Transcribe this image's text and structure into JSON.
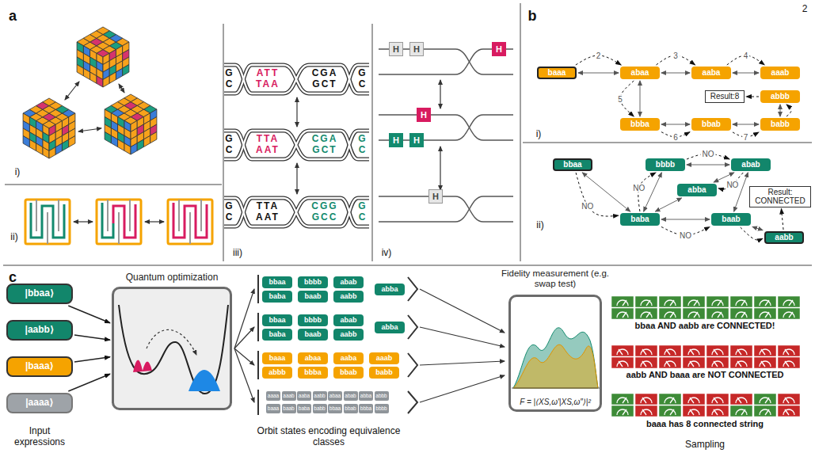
{
  "diagram": {
    "nodes": [
      {
        "text": [
          "H"
        ]
      },
      {
        "text": [
          "H"
        ]
      },
      {
        "text": [
          "H"
        ]
      },
      {
        "text": [
          "H"
        ]
      },
      {
        "text": [
          "H"
        ]
      },
      {
        "text": [
          "H"
        ]
      },
      {
        "text": [
          "H"
        ]
      },
      {
        "text": [
          "baaa"
        ]
      },
      {
        "text": [
          "abaa"
        ]
      },
      {
        "text": [
          "aaba"
        ]
      },
      {
        "text": [
          "aaab"
        ]
      },
      {
        "text": [
          "Result:8"
        ]
      },
      {
        "text": [
          "abbb"
        ]
      },
      {
        "text": [
          "bbba"
        ]
      },
      {
        "text": [
          "bbab"
        ]
      },
      {
        "text": [
          "babb"
        ]
      },
      {
        "text": [
          "bbaa"
        ]
      },
      {
        "text": [
          "bbbb"
        ]
      },
      {
        "text": [
          "abab"
        ]
      },
      {
        "text": [
          "Result: CONNECTED"
        ]
      },
      {
        "text": [
          "abba"
        ]
      },
      {
        "text": [
          "baba"
        ]
      },
      {
        "text": [
          "baab"
        ]
      },
      {
        "text": [
          "aabb"
        ]
      },
      {
        "text": [
          "|bbaa⟩"
        ]
      },
      {
        "text": [
          "|aabb⟩"
        ]
      },
      {
        "text": [
          "|baaa⟩"
        ]
      },
      {
        "text": [
          "|aaaa⟩"
        ]
      },
      {
        "text": [
          "Quantum optimization"
        ]
      },
      {
        "text": [
          "bbaa"
        ]
      },
      {
        "text": [
          "bbbb"
        ]
      },
      {
        "text": [
          "abab"
        ]
      },
      {
        "text": [
          "abba"
        ]
      },
      {
        "text": [
          "baba"
        ]
      },
      {
        "text": [
          "baab"
        ]
      },
      {
        "text": [
          "aabb"
        ]
      },
      {
        "text": [
          "bbaa"
        ]
      },
      {
        "text": [
          "bbbb"
        ]
      },
      {
        "text": [
          "abab"
        ]
      },
      {
        "text": [
          "abba"
        ]
      },
      {
        "text": [
          "baba"
        ]
      },
      {
        "text": [
          "baab"
        ]
      },
      {
        "text": [
          "aabb"
        ]
      },
      {
        "text": [
          "baaa"
        ]
      },
      {
        "text": [
          "abaa"
        ]
      },
      {
        "text": [
          "aaba"
        ]
      },
      {
        "text": [
          "aaab"
        ]
      },
      {
        "text": [
          "abbb"
        ]
      },
      {
        "text": [
          "bbba"
        ]
      },
      {
        "text": [
          "bbab"
        ]
      },
      {
        "text": [
          "babb"
        ]
      },
      {
        "text": [
          "aaaa"
        ]
      },
      {
        "text": [
          "aaab"
        ]
      },
      {
        "text": [
          "aaba"
        ]
      },
      {
        "text": [
          "aabb"
        ]
      },
      {
        "text": [
          "abaa"
        ]
      },
      {
        "text": [
          "abab"
        ]
      },
      {
        "text": [
          "abba"
        ]
      },
      {
        "text": [
          "abbb"
        ]
      },
      {
        "text": [
          "baaa"
        ]
      },
      {
        "text": [
          "baab"
        ]
      },
      {
        "text": [
          "baba"
        ]
      },
      {
        "text": [
          "babb"
        ]
      },
      {
        "text": [
          "bbaa"
        ]
      },
      {
        "text": [
          "bbab"
        ]
      },
      {
        "text": [
          "bbba"
        ]
      },
      {
        "text": [
          "bbbb"
        ]
      },
      {
        "text": [
          "Fidelity measurement (e.g. swap test)",
          "F = |⟨XS,ω′|XS,ω″⟩|²"
        ]
      }
    ],
    "edges": [
      {
        "from": 7,
        "to": 8,
        "arrow": "both"
      },
      {
        "from": 8,
        "to": 9,
        "arrow": "both"
      },
      {
        "from": 9,
        "to": 10,
        "arrow": "both"
      },
      {
        "from": 8,
        "to": 13,
        "arrow": "both"
      },
      {
        "from": 13,
        "to": 14,
        "arrow": "both"
      },
      {
        "from": 14,
        "to": 15,
        "arrow": "both"
      },
      {
        "from": 12,
        "to": 15,
        "arrow": "both"
      },
      {
        "from": 7,
        "to": 8,
        "arrow": "to",
        "label": "2"
      },
      {
        "from": 8,
        "to": 9,
        "arrow": "to",
        "label": "3"
      },
      {
        "from": 9,
        "to": 10,
        "arrow": "to",
        "label": "4"
      },
      {
        "from": 8,
        "to": 13,
        "arrow": "to",
        "label": "5"
      },
      {
        "from": 13,
        "to": 14,
        "arrow": "to",
        "label": "6"
      },
      {
        "from": 14,
        "to": 15,
        "arrow": "to",
        "label": "7"
      },
      {
        "from": 15,
        "to": 12,
        "arrow": "to"
      },
      {
        "from": 12,
        "to": 11,
        "arrow": "to"
      },
      {
        "from": 16,
        "to": 21,
        "arrow": "both"
      },
      {
        "from": 17,
        "to": 18,
        "arrow": "both"
      },
      {
        "from": 17,
        "to": 21,
        "arrow": "both"
      },
      {
        "from": 18,
        "to": 20,
        "arrow": "both"
      },
      {
        "from": 18,
        "to": 22,
        "arrow": "both"
      },
      {
        "from": 20,
        "to": 21,
        "arrow": "both"
      },
      {
        "from": 21,
        "to": 22,
        "arrow": "both"
      },
      {
        "from": 22,
        "to": 23,
        "arrow": "both"
      },
      {
        "from": 16,
        "to": 21,
        "arrow": "to",
        "label": "NO"
      },
      {
        "from": 21,
        "to": 17,
        "arrow": "to",
        "label": "NO"
      },
      {
        "from": 17,
        "to": 18,
        "arrow": "to",
        "label": "NO"
      },
      {
        "from": 18,
        "to": 20,
        "arrow": "to",
        "label": "NO"
      },
      {
        "from": 21,
        "to": 22,
        "arrow": "to",
        "label": "NO"
      },
      {
        "from": 22,
        "to": 23,
        "arrow": "to"
      },
      {
        "from": 23,
        "to": 19,
        "arrow": "to"
      },
      {
        "from": 24,
        "to": 28,
        "arrow": "to"
      },
      {
        "from": 25,
        "to": 28,
        "arrow": "to"
      },
      {
        "from": 26,
        "to": 28,
        "arrow": "to"
      },
      {
        "from": 27,
        "to": 28,
        "arrow": "to"
      }
    ],
    "labels": [
      "2",
      "a",
      "i)",
      "ii)",
      "iii)",
      "iv)",
      "G",
      "C",
      "ATT",
      "TAA",
      "CGA",
      "GCT",
      "G",
      "C",
      "G",
      "C",
      "TTA",
      "AAT",
      "CGA",
      "GCT",
      "G",
      "C",
      "G",
      "C",
      "TTA",
      "AAT",
      "CGG",
      "GCC",
      "G",
      "C",
      "b",
      "i)",
      "ii)",
      "c",
      "Input expressions",
      "Orbit states encoding equivalence classes",
      "bbaa AND aabb are CONNECTED!",
      "aabb AND baaa are NOT CONNECTED",
      "baaa has 8 connected string",
      "Sampling"
    ]
  }
}
